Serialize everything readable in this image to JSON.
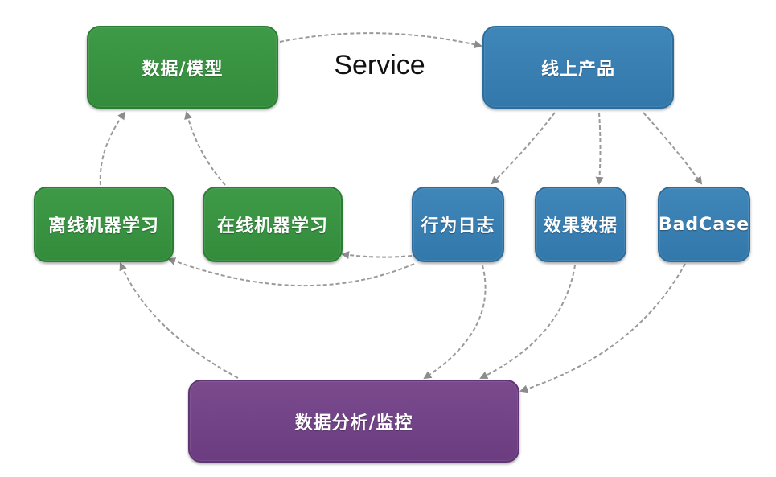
{
  "diagram": {
    "service_label": "Service",
    "colors": {
      "green": "#358f3e",
      "blue": "#377dae",
      "purple": "#6f4183",
      "edge": "#9a9a9a"
    },
    "nodes": {
      "data_model": "数据/模型",
      "online_product": "线上产品",
      "offline_ml": "离线机器学习",
      "online_ml": "在线机器学习",
      "behavior_log": "行为日志",
      "effect_data": "效果数据",
      "badcase": "BadCase",
      "analysis_monitor": "数据分析/监控"
    }
  }
}
